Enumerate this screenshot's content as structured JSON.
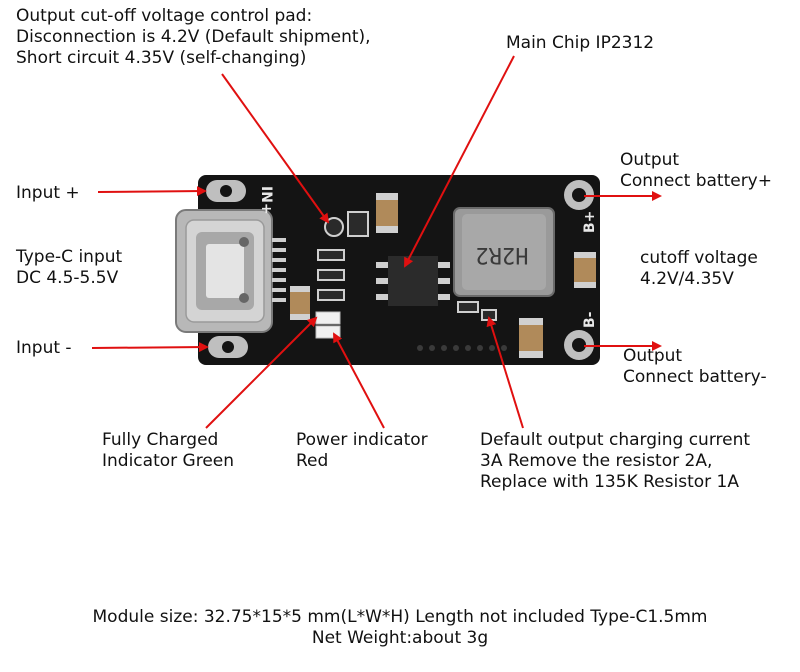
{
  "labels": {
    "cutoff_pad": [
      "Output cut-off voltage control pad:",
      "Disconnection is 4.2V (Default shipment),",
      "Short circuit 4.35V (self-changing)"
    ],
    "main_chip": "Main Chip IP2312",
    "input_plus": "Input +",
    "typec": [
      "Type-C input",
      "DC 4.5-5.5V"
    ],
    "input_minus": "Input -",
    "output_plus": [
      "Output",
      "Connect battery+"
    ],
    "cutoff_voltage": [
      "cutoff voltage",
      "4.2V/4.35V"
    ],
    "output_minus": [
      "Output",
      "Connect battery-"
    ],
    "fully_charged": [
      "Fully Charged",
      "Indicator Green"
    ],
    "power_indicator": [
      "Power indicator",
      "Red"
    ],
    "charging_current": [
      "Default output charging current",
      "3A Remove the resistor 2A,",
      "Replace with 135K Resistor 1A"
    ]
  },
  "board": {
    "silkscreen_in_plus": "IN+",
    "silkscreen_b_plus": "B+",
    "silkscreen_b_minus": "B-",
    "inductor_marking": "H2R2"
  },
  "footer": {
    "line1": "Module size:  32.75*15*5 mm(L*W*H) Length not included Type-C1.5mm",
    "line2": "Net Weight:about 3g"
  },
  "colors": {
    "arrow": "#e01010",
    "pcb": "#141414",
    "pad": "#bfbfbf",
    "inductor": "#9a9a9a",
    "capacitor": "#b08a5a"
  }
}
